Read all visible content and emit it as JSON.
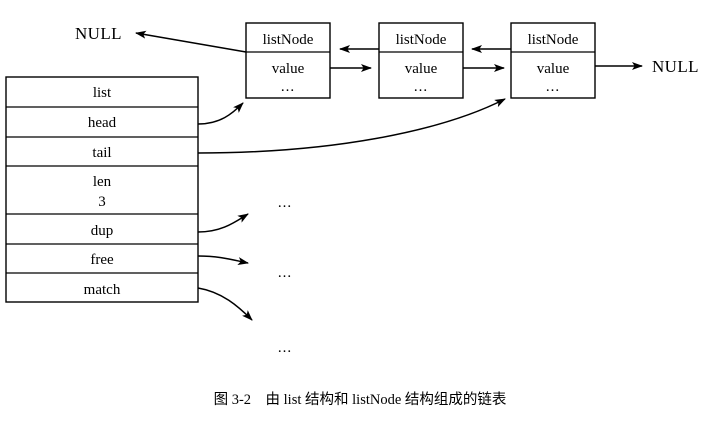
{
  "figure": {
    "caption": "图 3-2　由 list 结构和 listNode 结构组成的链表",
    "background_color": "#ffffff",
    "line_color": "#000000"
  },
  "list_struct": {
    "title": "list",
    "rows": [
      {
        "label": "list",
        "value": ""
      },
      {
        "label": "head",
        "value": ""
      },
      {
        "label": "tail",
        "value": ""
      },
      {
        "label": "len",
        "value": "3"
      },
      {
        "label": "dup",
        "value": ""
      },
      {
        "label": "free",
        "value": ""
      },
      {
        "label": "match",
        "value": ""
      }
    ]
  },
  "nodes": [
    {
      "title": "listNode",
      "field": "value",
      "more": "..."
    },
    {
      "title": "listNode",
      "field": "value",
      "more": "..."
    },
    {
      "title": "listNode",
      "field": "value",
      "more": "..."
    }
  ],
  "terminators": {
    "left_null": "NULL",
    "right_null": "NULL"
  },
  "callbacks_ellipses": [
    {
      "text": "..."
    },
    {
      "text": "..."
    },
    {
      "text": "..."
    }
  ]
}
